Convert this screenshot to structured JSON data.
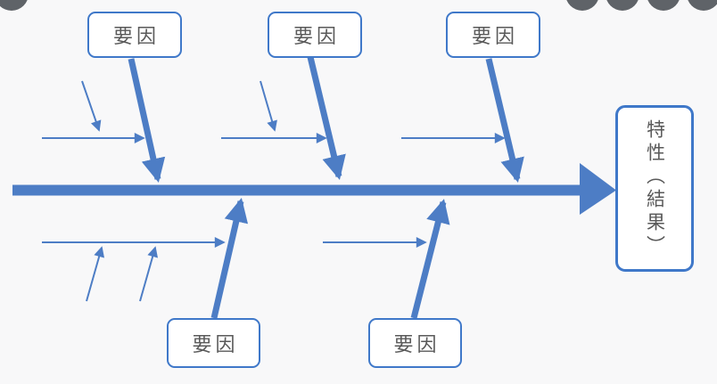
{
  "diagram": {
    "type": "fishbone-ishikawa-diagram",
    "background_color": "#f8f8f9",
    "line_color": "#4d7dc5",
    "box_border_color": "#3f78c9",
    "box_fill_color": "#ffffff",
    "label_text_color": "#595959",
    "dot_color": "#5f6368",
    "effect": {
      "label": "特性（結果）"
    },
    "causes": [
      {
        "id": "top-1",
        "label": "要因"
      },
      {
        "id": "top-2",
        "label": "要因"
      },
      {
        "id": "top-3",
        "label": "要因"
      },
      {
        "id": "bottom-1",
        "label": "要因"
      },
      {
        "id": "bottom-2",
        "label": "要因"
      }
    ],
    "decorations": {
      "top_left_dots": 1,
      "top_right_dots": 4,
      "dot_icon": "gray-dot-icon"
    }
  }
}
